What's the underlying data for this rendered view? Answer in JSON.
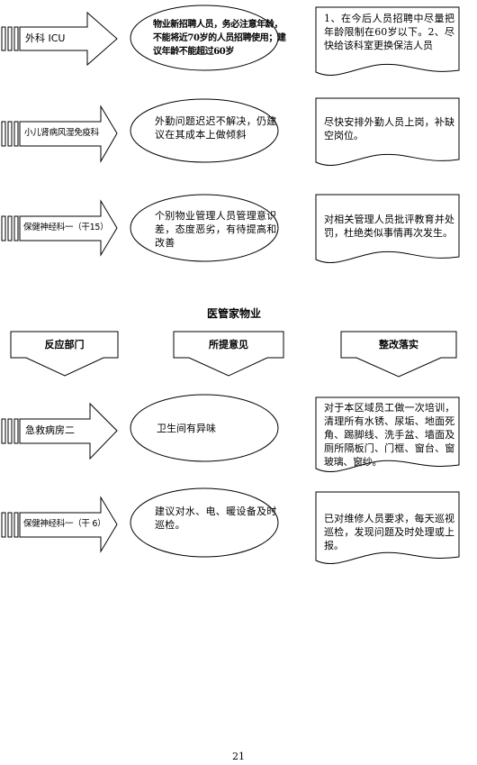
{
  "top_rows": [
    {
      "department": "外科 ICU",
      "opinion": "物业新招聘人员，务必注意年龄，不能将近70岁的人员招聘使用；建议年龄不能超过60岁",
      "rectification": "1、在今后人员招聘中尽量把年龄限制在60岁以下。2、尽快给该科室更换保洁人员"
    },
    {
      "department": "小儿肾病风湿免疫科",
      "opinion": "外勤问题迟迟不解决，仍建议在其成本上做倾斜",
      "rectification": "尽快安排外勤人员上岗，补缺空岗位。"
    },
    {
      "department": "保健神经科一（干15）",
      "opinion": "个别物业管理人员管理意识差，态度恶劣，有待提高和改善",
      "rectification": "对相关管理人员批评教育并处罚，杜绝类似事情再次发生。"
    }
  ],
  "section": {
    "title": "医管家物业",
    "headers": {
      "department": "反应部门",
      "opinion": "所提意见",
      "rectification": "整改落实"
    }
  },
  "bottom_rows": [
    {
      "department": "急救病房二",
      "opinion": "卫生间有异味",
      "rectification": "对于本区域员工做一次培训，清理所有水锈、尿垢、地面死角、踢脚线、洗手盆、墙面及厕所隔板门、门框、窗台、窗玻璃、窗纱。"
    },
    {
      "department": "保健神经科一（干 6）",
      "opinion": "建议对水、电、暖设备及时巡检。",
      "rectification": "已对维修人员要求，每天巡视巡检，发现问题及时处理或上报。"
    }
  ],
  "page_number": "21"
}
